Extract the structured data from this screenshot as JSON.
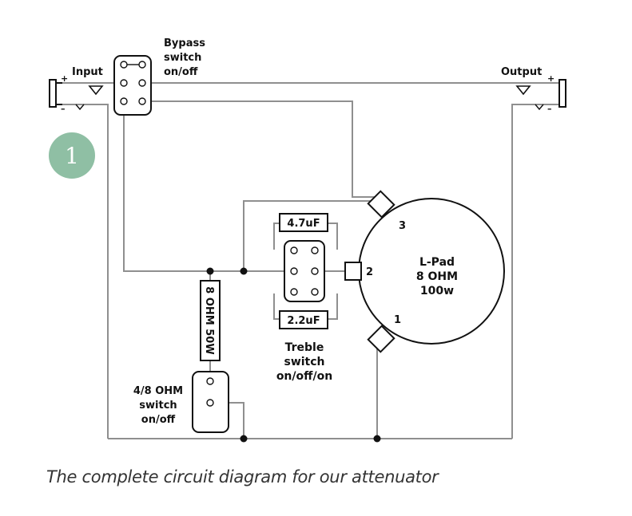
{
  "badge": {
    "number": "1",
    "color": "#8fbfa4"
  },
  "labels": {
    "input": "Input",
    "output": "Output",
    "plus": "+",
    "minus": "–",
    "bypass_line1": "Bypass",
    "bypass_line2": "switch",
    "bypass_line3": "on/off",
    "cap_top": "4.7uF",
    "cap_bottom": "2.2uF",
    "resistor": "8 OHM 50W",
    "treble_line1": "Treble",
    "treble_line2": "switch",
    "treble_line3": "on/off/on",
    "ohm_switch_line1": "4/8 OHM",
    "ohm_switch_line2": "switch",
    "ohm_switch_line3": "on/off",
    "lpad_line1": "L-Pad",
    "lpad_line2": "8 OHM",
    "lpad_line3": "100w",
    "terminal_3": "3",
    "terminal_2": "2",
    "terminal_1": "1"
  },
  "caption": "The complete circuit diagram for our attenuator",
  "colors": {
    "wire": "#9a9a9a",
    "stroke": "#111111"
  }
}
